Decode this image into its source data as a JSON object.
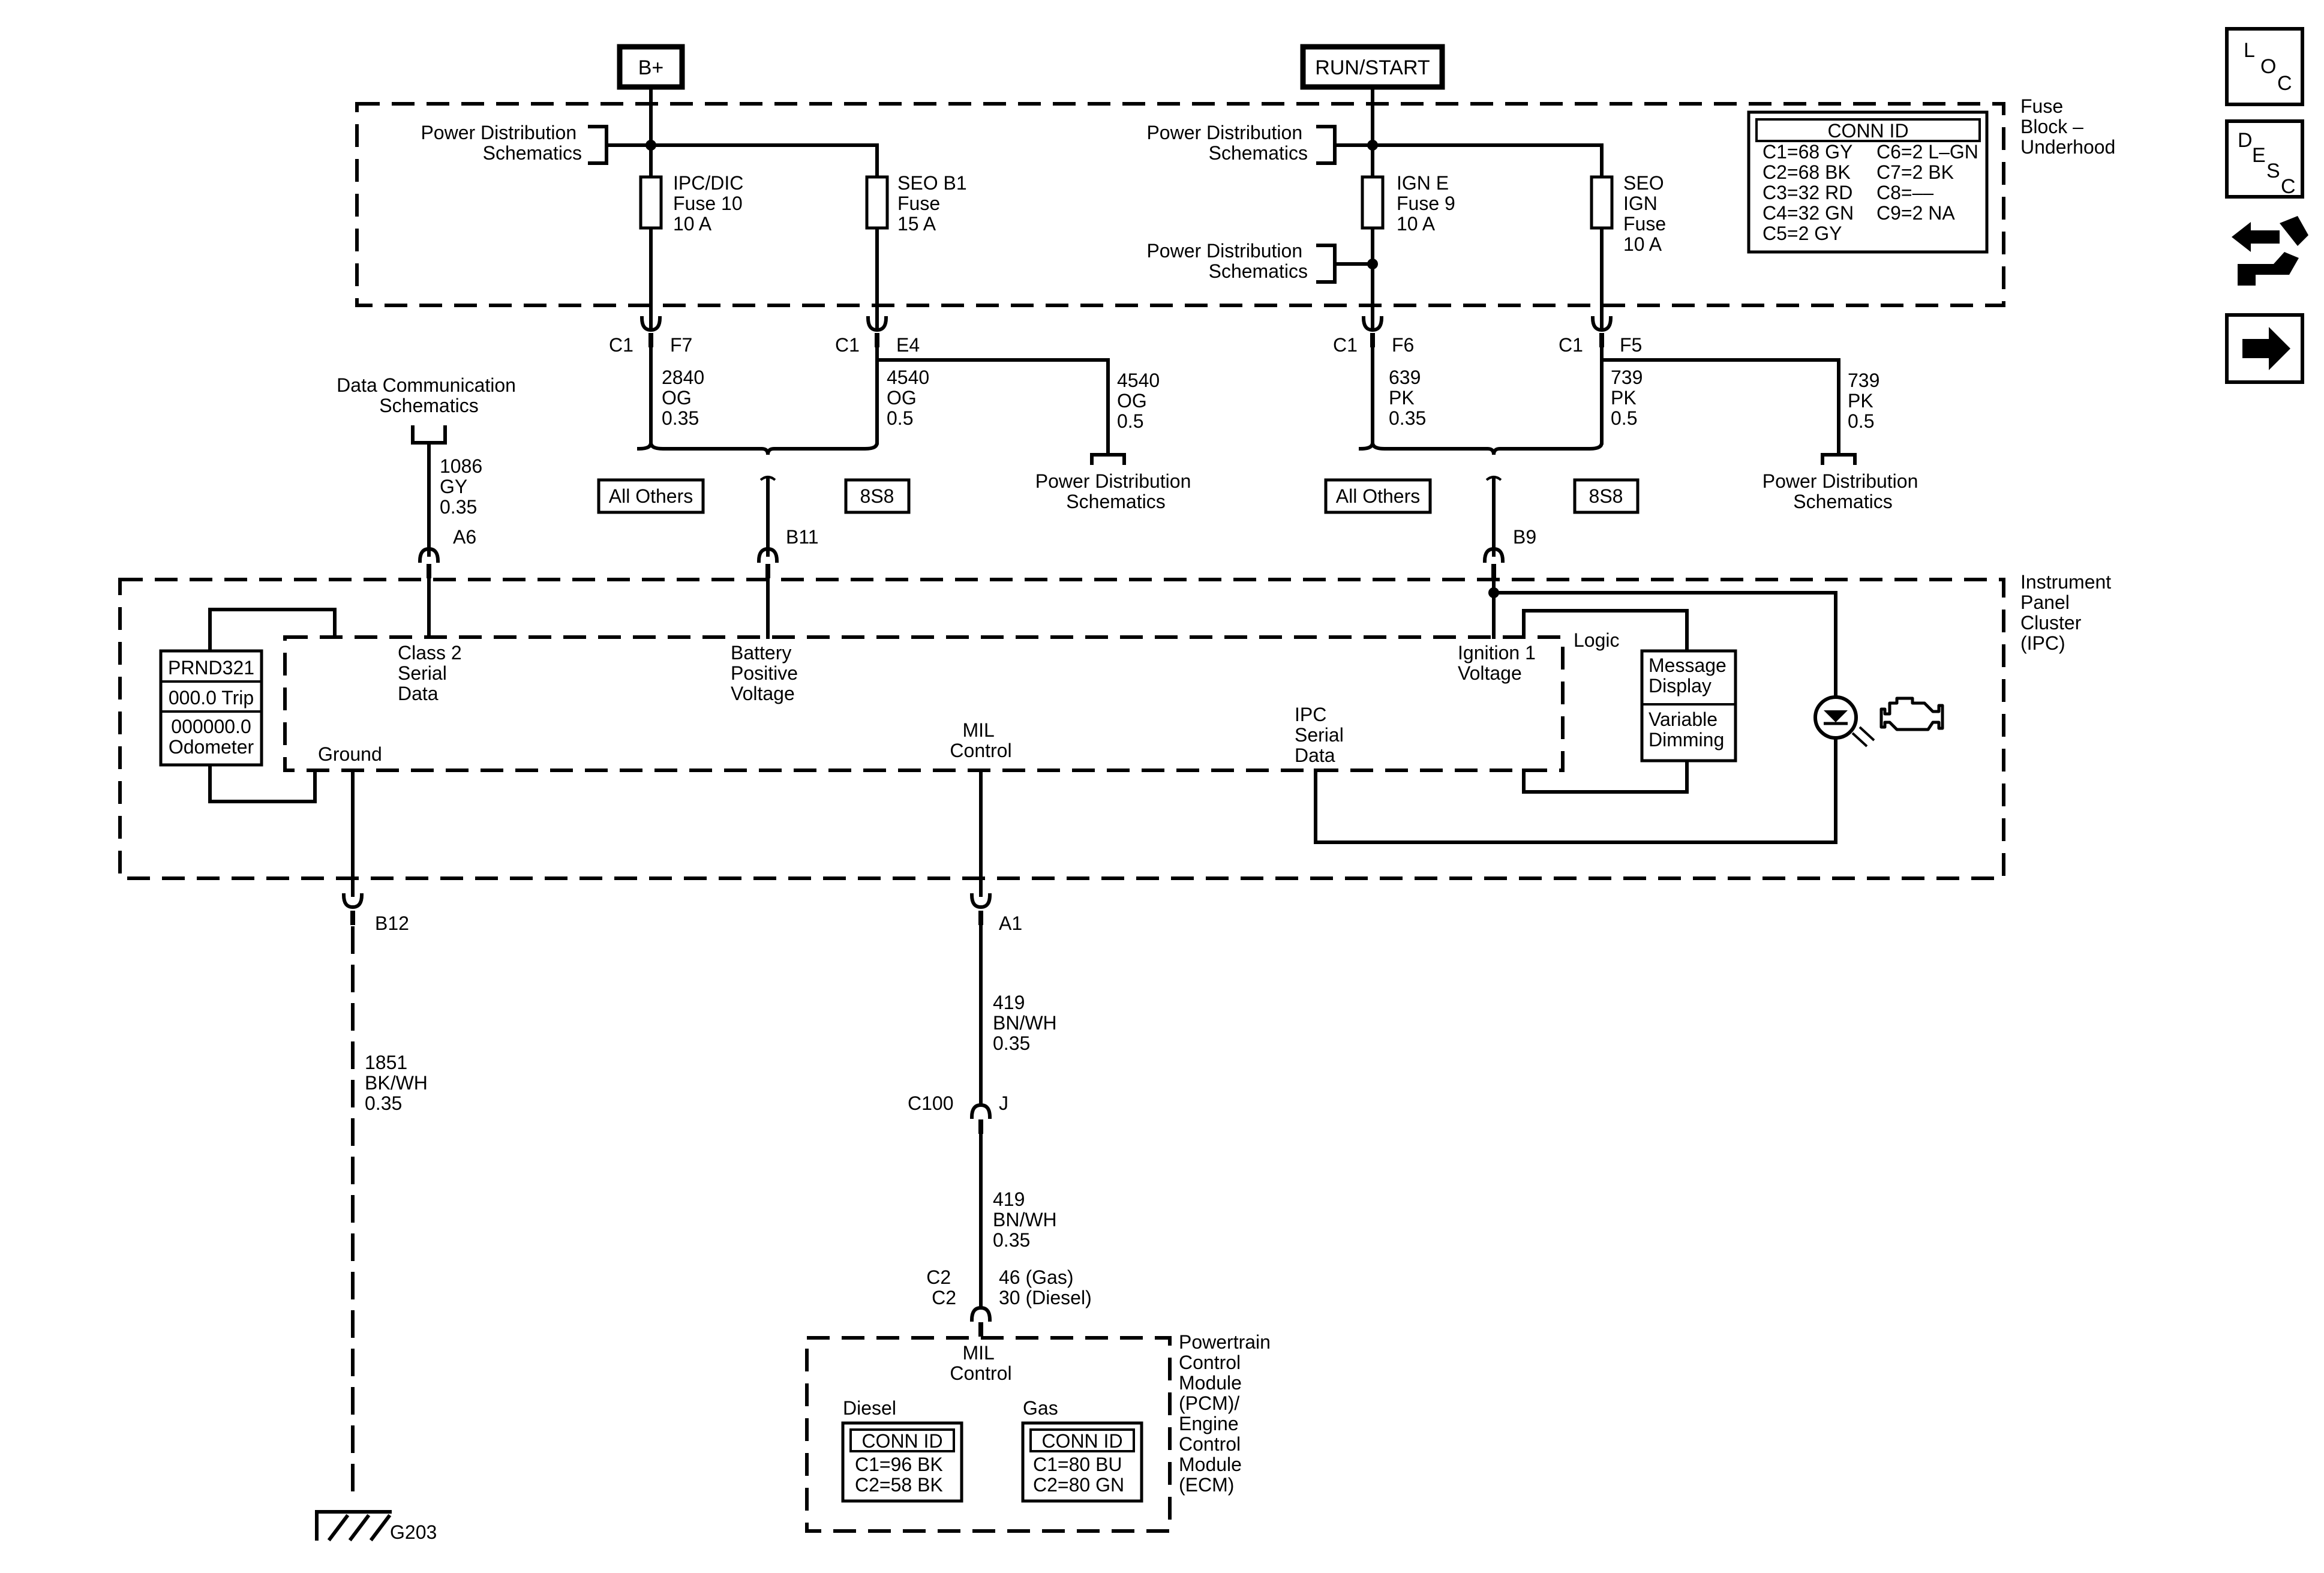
{
  "sources": {
    "bplus": "B+",
    "run_start": "RUN/START"
  },
  "fuse_block": {
    "label": [
      "Fuse",
      "Block –",
      "Underhood"
    ],
    "power_dist": [
      "Power Distribution",
      "Schematics"
    ],
    "fuses": [
      {
        "lines": [
          "IPC/DIC",
          "Fuse 10",
          "10 A"
        ]
      },
      {
        "lines": [
          "SEO B1",
          "Fuse",
          "15 A"
        ]
      },
      {
        "lines": [
          "IGN E",
          "Fuse 9",
          "10 A"
        ]
      },
      {
        "lines": [
          "SEO",
          "IGN",
          "Fuse",
          "10 A"
        ]
      }
    ],
    "conn_id": {
      "title": "CONN ID",
      "left": [
        "C1=68 GY",
        "C2=68 BK",
        "C3=32 RD",
        "C4=32 GN",
        "C5=2 GY"
      ],
      "right": [
        "C6=2 L–GN",
        "C7=2 BK",
        "C8=––",
        "C9=2 NA"
      ]
    }
  },
  "connectors": {
    "c1": "C1",
    "f7": "F7",
    "e4": "E4",
    "f6": "F6",
    "f5": "F5",
    "a6": "A6",
    "b11": "B11",
    "b9": "B9",
    "b12": "B12",
    "a1": "A1",
    "c100": "C100",
    "j": "J",
    "c2a": "C2",
    "c2b": "C2",
    "ecm_pins": [
      "46 (Gas)",
      "30 (Diesel)"
    ]
  },
  "wires": {
    "w2840": [
      "2840",
      "OG",
      "0.35"
    ],
    "w4540a": [
      "4540",
      "OG",
      "0.5"
    ],
    "w4540b": [
      "4540",
      "OG",
      "0.5"
    ],
    "w639": [
      "639",
      "PK",
      "0.35"
    ],
    "w739a": [
      "739",
      "PK",
      "0.5"
    ],
    "w739b": [
      "739",
      "PK",
      "0.5"
    ],
    "w1086": [
      "1086",
      "GY",
      "0.35"
    ],
    "w1851": [
      "1851",
      "BK/WH",
      "0.35"
    ],
    "w419a": [
      "419",
      "BN/WH",
      "0.35"
    ],
    "w419b": [
      "419",
      "BN/WH",
      "0.35"
    ]
  },
  "splices": {
    "all_others": "All Others",
    "s8s8": "8S8"
  },
  "data_comm": [
    "Data Communication",
    "Schematics"
  ],
  "ipc": {
    "label": [
      "Instrument",
      "Panel",
      "Cluster",
      "(IPC)"
    ],
    "class2": [
      "Class 2",
      "Serial",
      "Data"
    ],
    "battery": [
      "Battery",
      "Positive",
      "Voltage"
    ],
    "ignition": [
      "Ignition 1",
      "Voltage"
    ],
    "logic": "Logic",
    "mil": [
      "MIL",
      "Control"
    ],
    "ipc_serial": [
      "IPC",
      "Serial",
      "Data"
    ],
    "ground": "Ground",
    "display": [
      "PRND321",
      "000.0 Trip",
      "000000.0",
      "Odometer"
    ],
    "message": [
      "Message",
      "Display"
    ],
    "dimming": [
      "Variable",
      "Dimming"
    ]
  },
  "pcm": {
    "label": [
      "Powertrain",
      "Control",
      "Module",
      "(PCM)/",
      "Engine",
      "Control",
      "Module",
      "(ECM)"
    ],
    "mil": [
      "MIL",
      "Control"
    ],
    "diesel": "Diesel",
    "gas": "Gas",
    "conn_title": "CONN ID",
    "diesel_ids": [
      "C1=96 BK",
      "C2=58 BK"
    ],
    "gas_ids": [
      "C1=80 BU",
      "C2=80 GN"
    ]
  },
  "ground_id": "G203",
  "side_icons": {
    "loc": [
      "L",
      "O",
      "C"
    ],
    "desc": [
      "D",
      "E",
      "S",
      "C"
    ],
    "tools": "wrench-arrows-icon",
    "next": "arrow-right-icon"
  }
}
